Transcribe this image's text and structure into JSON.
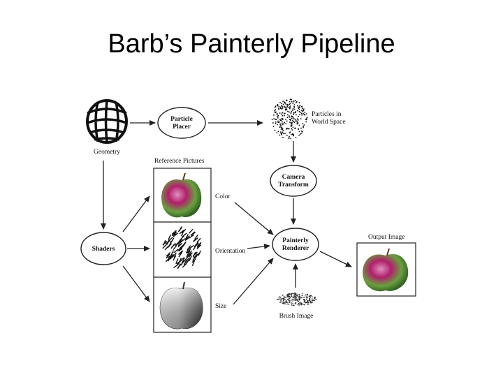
{
  "title": "Barb’s Painterly Pipeline",
  "nodes": {
    "particle_placer": [
      "Particle",
      "Placer"
    ],
    "camera_transform": [
      "Camera",
      "Transform"
    ],
    "shaders": [
      "Shaders"
    ],
    "painterly_renderer": [
      "Painterly",
      "Renderer"
    ]
  },
  "captions": {
    "geometry": "Geometry",
    "particles": [
      "Particles in",
      "World Space"
    ],
    "reference_pictures": "Reference Pictures",
    "color": "Color",
    "orientation": "Orientation",
    "size": "Size",
    "brush_image": "Brush Image",
    "output_image": "Output Image"
  }
}
